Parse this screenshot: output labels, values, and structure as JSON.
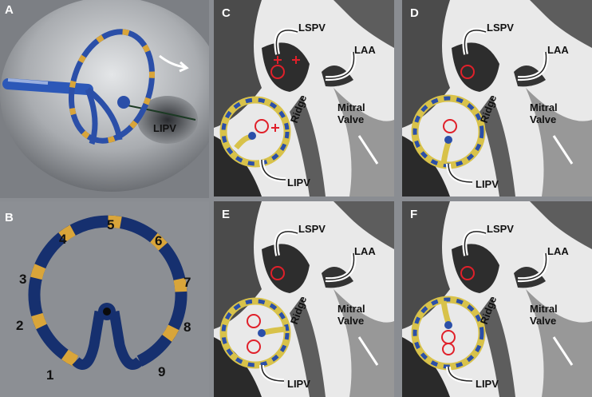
{
  "panels": {
    "A": {
      "letter": "A",
      "vein_label": "LIPV"
    },
    "B": {
      "letter": "B",
      "electrodes": [
        "1",
        "2",
        "3",
        "4",
        "5",
        "6",
        "7",
        "8",
        "9"
      ]
    },
    "C": {
      "letter": "C",
      "labels": {
        "lspv": "LSPV",
        "laa": "LAA",
        "ridge": "Ridge",
        "mitral_line1": "Mitral",
        "mitral_line2": "Valve",
        "lipv": "LIPV"
      }
    },
    "D": {
      "letter": "D",
      "labels": {
        "lspv": "LSPV",
        "laa": "LAA",
        "ridge": "Ridge",
        "mitral_line1": "Mitral",
        "mitral_line2": "Valve",
        "lipv": "LIPV"
      }
    },
    "E": {
      "letter": "E",
      "labels": {
        "lspv": "LSPV",
        "laa": "LAA",
        "ridge": "Ridge",
        "mitral_line1": "Mitral",
        "mitral_line2": "Valve",
        "lipv": "LIPV"
      }
    },
    "F": {
      "letter": "F",
      "labels": {
        "lspv": "LSPV",
        "laa": "LAA",
        "ridge": "Ridge",
        "mitral_line1": "Mitral",
        "mitral_line2": "Valve",
        "lipv": "LIPV"
      }
    }
  },
  "colors": {
    "catheter_blue": "#2b4fa8",
    "electrode_gold": "#d9a53a",
    "ablation_red": "#e0202a",
    "ring_yellow": "#d8c24a"
  }
}
